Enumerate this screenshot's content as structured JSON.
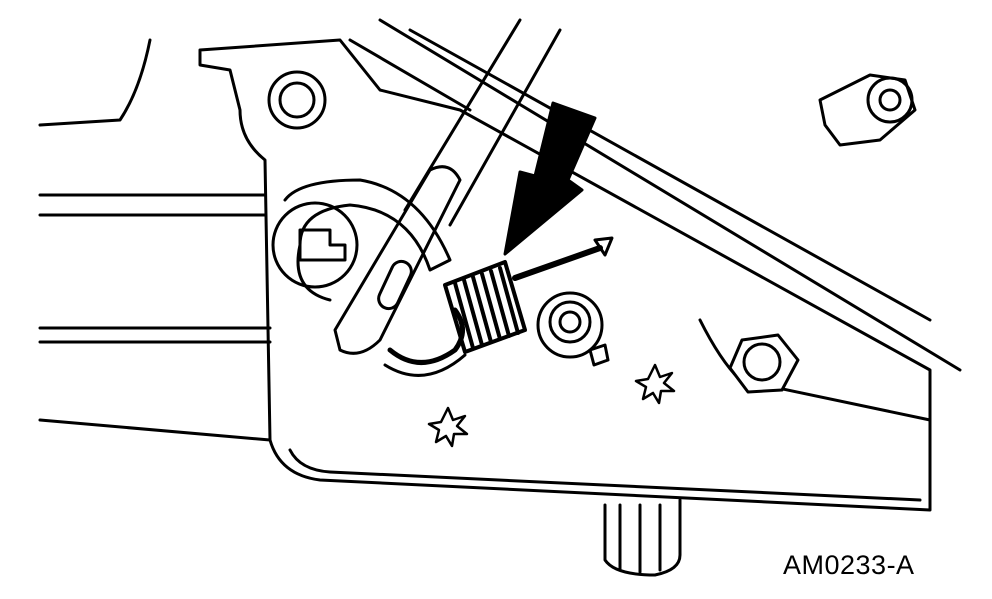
{
  "diagram": {
    "figure_id": "AM0233-A",
    "components": [
      "callout-arrow",
      "torsion-spring",
      "spring-hook-rod",
      "pivot-bolt",
      "lever-arm",
      "mounting-bracket",
      "hex-nut",
      "retaining-clips",
      "rivets"
    ],
    "colors": {
      "ink": "#000000",
      "background": "#ffffff"
    }
  }
}
